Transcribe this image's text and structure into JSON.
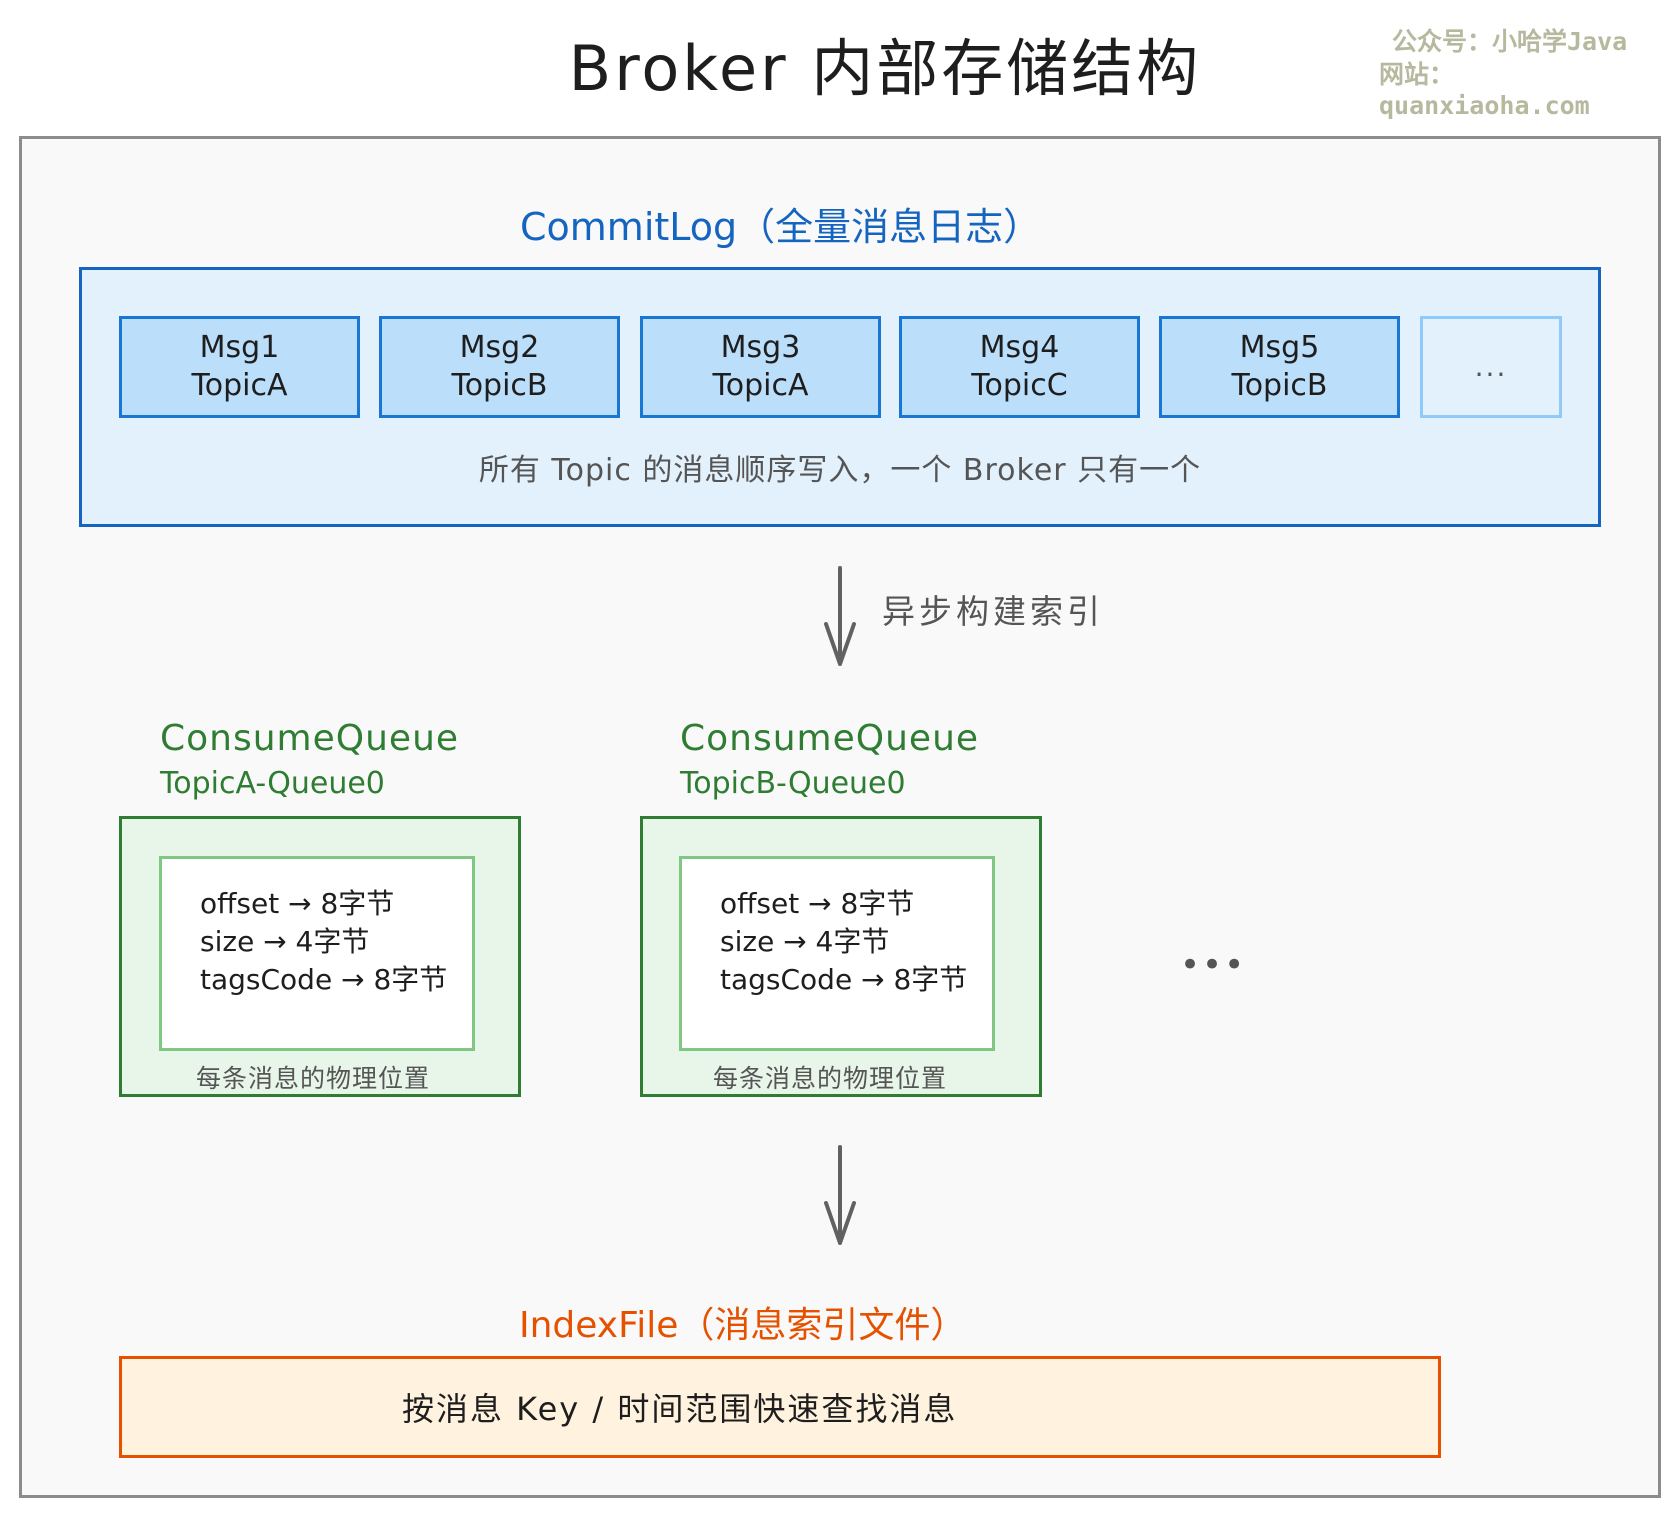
{
  "title": "Broker 内部存储结构",
  "watermark": {
    "line1": "公众号：小哈学Java",
    "line2": "网站：quanxiaoha.com"
  },
  "commitlog": {
    "label": "CommitLog（全量消息日志）",
    "messages": [
      {
        "msg": "Msg1",
        "topic": "TopicA"
      },
      {
        "msg": "Msg2",
        "topic": "TopicB"
      },
      {
        "msg": "Msg3",
        "topic": "TopicA"
      },
      {
        "msg": "Msg4",
        "topic": "TopicC"
      },
      {
        "msg": "Msg5",
        "topic": "TopicB"
      }
    ],
    "more": "...",
    "note": "所有 Topic 的消息顺序写入，一个 Broker 只有一个"
  },
  "arrow1_label": "异步构建索引",
  "consume_queues": [
    {
      "title": "ConsumeQueue",
      "subtitle": "TopicA-Queue0",
      "fields": [
        "offset → 8字节",
        "size → 4字节",
        "tagsCode → 8字节"
      ],
      "note": "每条消息的物理位置"
    },
    {
      "title": "ConsumeQueue",
      "subtitle": "TopicB-Queue0",
      "fields": [
        "offset → 8字节",
        "size → 4字节",
        "tagsCode → 8字节"
      ],
      "note": "每条消息的物理位置"
    }
  ],
  "consume_queue_more": "•••",
  "indexfile": {
    "label": "IndexFile（消息索引文件）",
    "description": "按消息 Key / 时间范围快速查找消息"
  },
  "colors": {
    "commitlog_accent": "#1565c0",
    "consumequeue_accent": "#2e7d32",
    "indexfile_accent": "#e65100"
  }
}
